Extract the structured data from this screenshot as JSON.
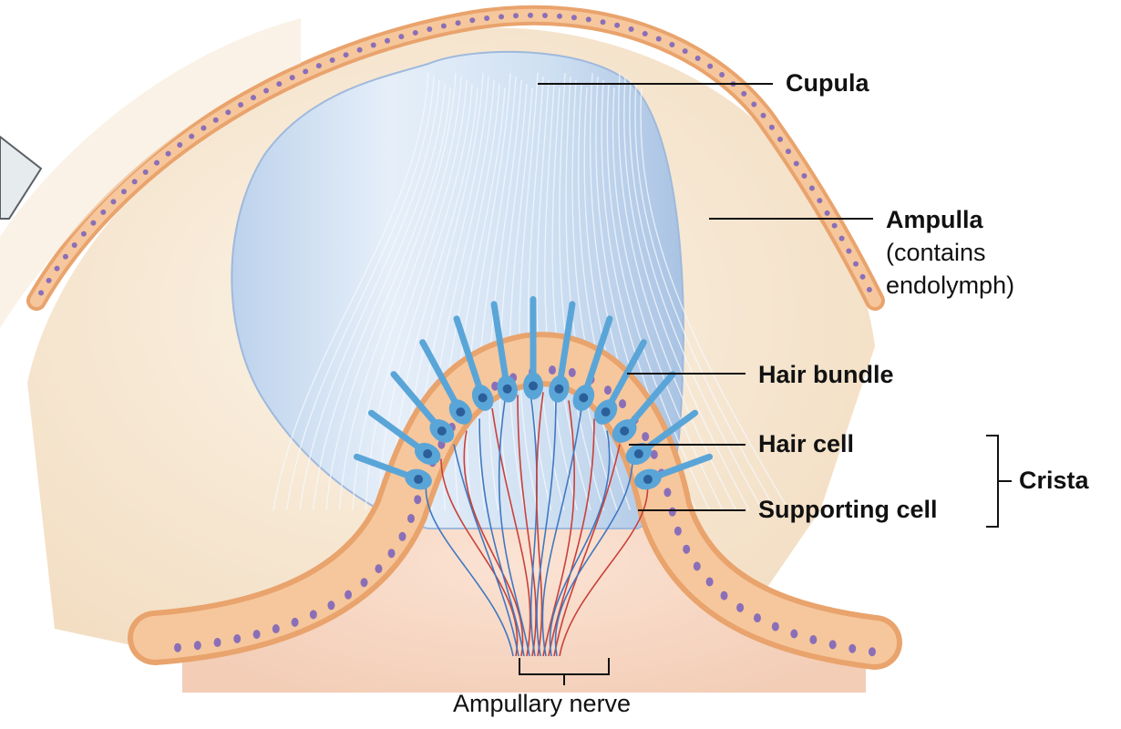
{
  "labels": {
    "cupula": "Cupula",
    "ampulla": "Ampulla",
    "ampulla_note_1": "(contains",
    "ampulla_note_2": "endolymph)",
    "hair_bundle": "Hair bundle",
    "hair_cell": "Hair cell",
    "supporting_cell": "Supporting cell",
    "crista": "Crista",
    "ampullary_nerve": "Ampullary nerve"
  },
  "colors": {
    "endolymph_fill": "#f6ead6",
    "epithelium": "#f2b27a",
    "epithelium_edge": "#d68c4f",
    "nucleus": "#8a6fb8",
    "cupula": "#cfe0f2",
    "cupula_shadow": "#a9c3e3",
    "hair_cell": "#5aa5d8",
    "nerve_blue": "#3f78c2",
    "nerve_red": "#c9403a"
  }
}
